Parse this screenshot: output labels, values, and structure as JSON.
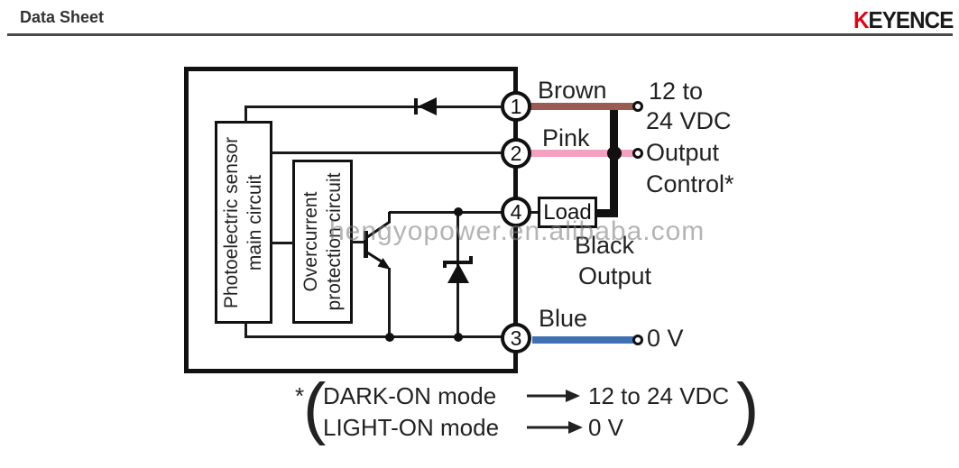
{
  "header": {
    "title": "Data Sheet",
    "brand_k": "K",
    "brand_rest": "EYENCE"
  },
  "watermark": "hengyopower.en.alibaba.com",
  "circuit": {
    "photoelectric_line1": "Photoelectric sensor",
    "photoelectric_line2": "main circuit",
    "overcurrent_line1": "Overcurrent",
    "overcurrent_line2": "protection circuit",
    "load_label": "Load"
  },
  "terminals": {
    "t1": "1",
    "t2": "2",
    "t4": "4",
    "t3": "3"
  },
  "wires": {
    "brown_label": "Brown",
    "pink_label": "Pink",
    "blue_label": "Blue",
    "black_label_line1": "Black",
    "black_label_line2": "Output"
  },
  "annotations": {
    "supply_line1": "12 to",
    "supply_line2": "24 VDC",
    "output_line1": "Output",
    "output_line2": "Control*",
    "zero_volt": "0 V"
  },
  "footnote": {
    "asterisk": "*",
    "paren_open": "(",
    "paren_close": ")",
    "row1_label": "DARK-ON mode",
    "row1_value": "12 to 24 VDC",
    "row2_label": "LIGHT-ON mode",
    "row2_value": "0 V"
  },
  "colors": {
    "brown_wire": "#9a5c52",
    "pink_wire": "#f4a0c1",
    "blue_wire": "#3f70b2",
    "black_wire": "#111111",
    "brand_red": "#e60012"
  }
}
